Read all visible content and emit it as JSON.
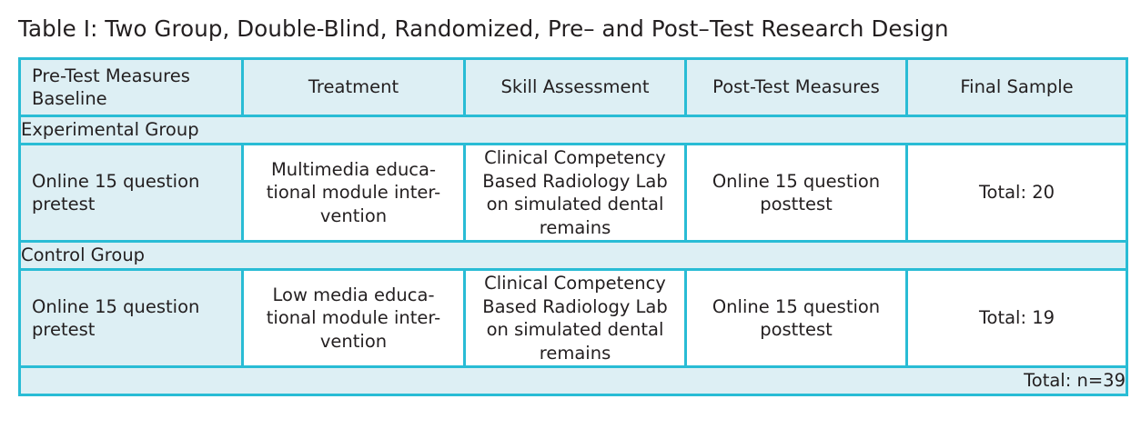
{
  "title": "Table I: Two Group, Double-Blind, Randomized, Pre– and Post–Test Research Design",
  "colors": {
    "border": "#29bcd5",
    "header_background": "#ddeff4",
    "cell_background": "#ffffff",
    "text": "#231f20"
  },
  "table": {
    "columns": [
      "Pre-Test Measures\nBaseline",
      "Treatment",
      "Skill Assessment",
      "Post-Test Measures",
      "Final Sample"
    ],
    "groups": [
      {
        "label": "Experimental Group",
        "row": [
          "Online 15 question\npretest",
          "Multimedia educa-\ntional module inter-\nvention",
          "Clinical Competency\nBased Radiology Lab\non simulated dental\nremains",
          "Online 15 question\nposttest",
          "Total: 20"
        ]
      },
      {
        "label": "Control Group",
        "row": [
          "Online 15 question\npretest",
          "Low media educa-\ntional module inter-\nvention",
          "Clinical Competency\nBased Radiology Lab\non simulated dental\nremains",
          "Online 15 question\nposttest",
          "Total: 19"
        ]
      }
    ],
    "footer_total": "Total: n=39"
  }
}
